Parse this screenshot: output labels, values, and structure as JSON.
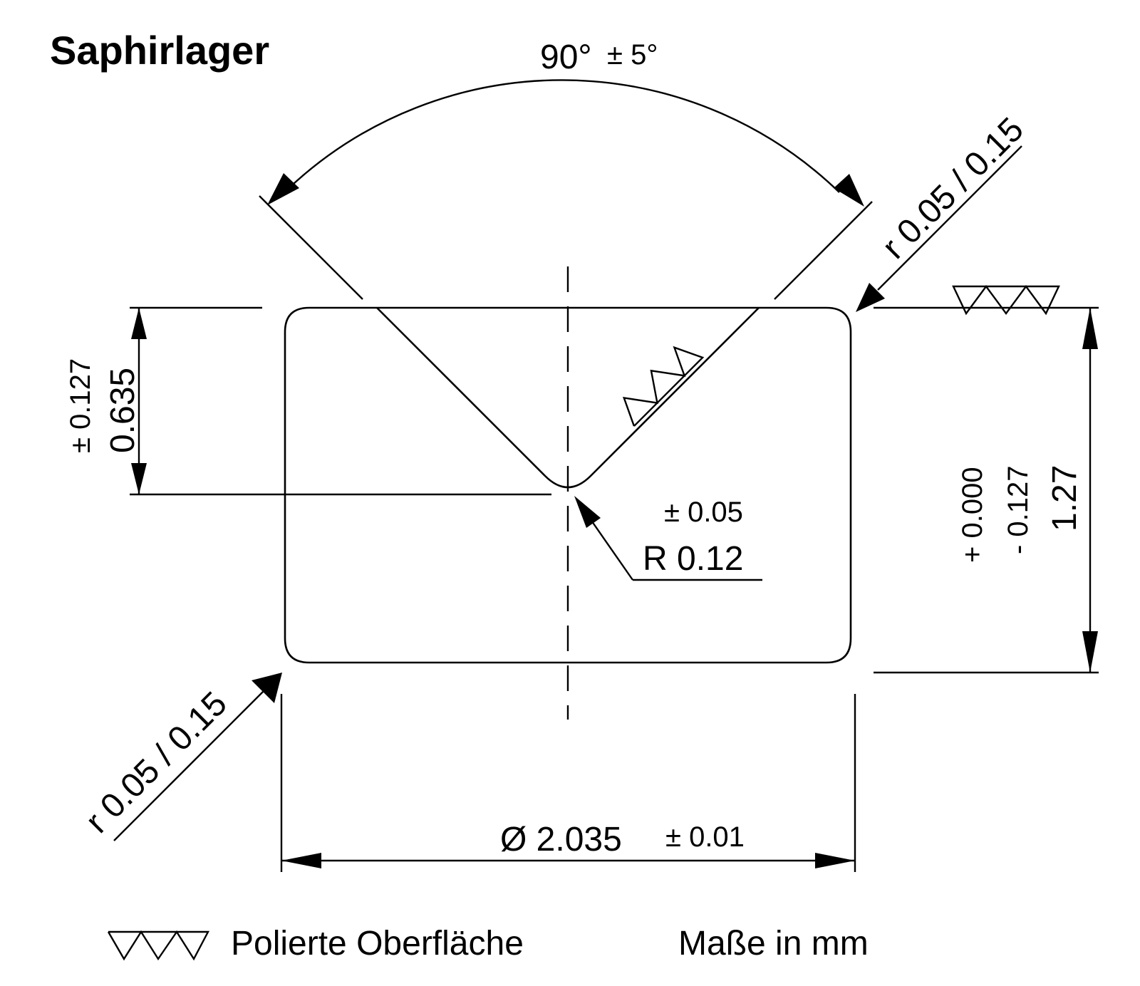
{
  "title": "Saphirlager",
  "dimensions": {
    "angle": {
      "value": "90°",
      "tolerance": "± 5°"
    },
    "chamfer_top": {
      "label": "r 0.05 / 0.15"
    },
    "chamfer_bottom": {
      "label": "r 0.05 / 0.15"
    },
    "depth": {
      "value": "0.635",
      "tolerance": "± 0.127"
    },
    "radius": {
      "value": "R 0.12",
      "tolerance": "± 0.05"
    },
    "height": {
      "value": "1.27",
      "tolerance_plus": "+ 0.000",
      "tolerance_minus": "- 0.127"
    },
    "diameter": {
      "value": "Ø 2.035",
      "tolerance": "± 0.01"
    }
  },
  "legend": {
    "symbol": "surface-finish-symbol",
    "polished_label": "Polierte Oberfläche",
    "units_label": "Maße in mm"
  },
  "colors": {
    "line": "#000000",
    "background": "#ffffff"
  }
}
